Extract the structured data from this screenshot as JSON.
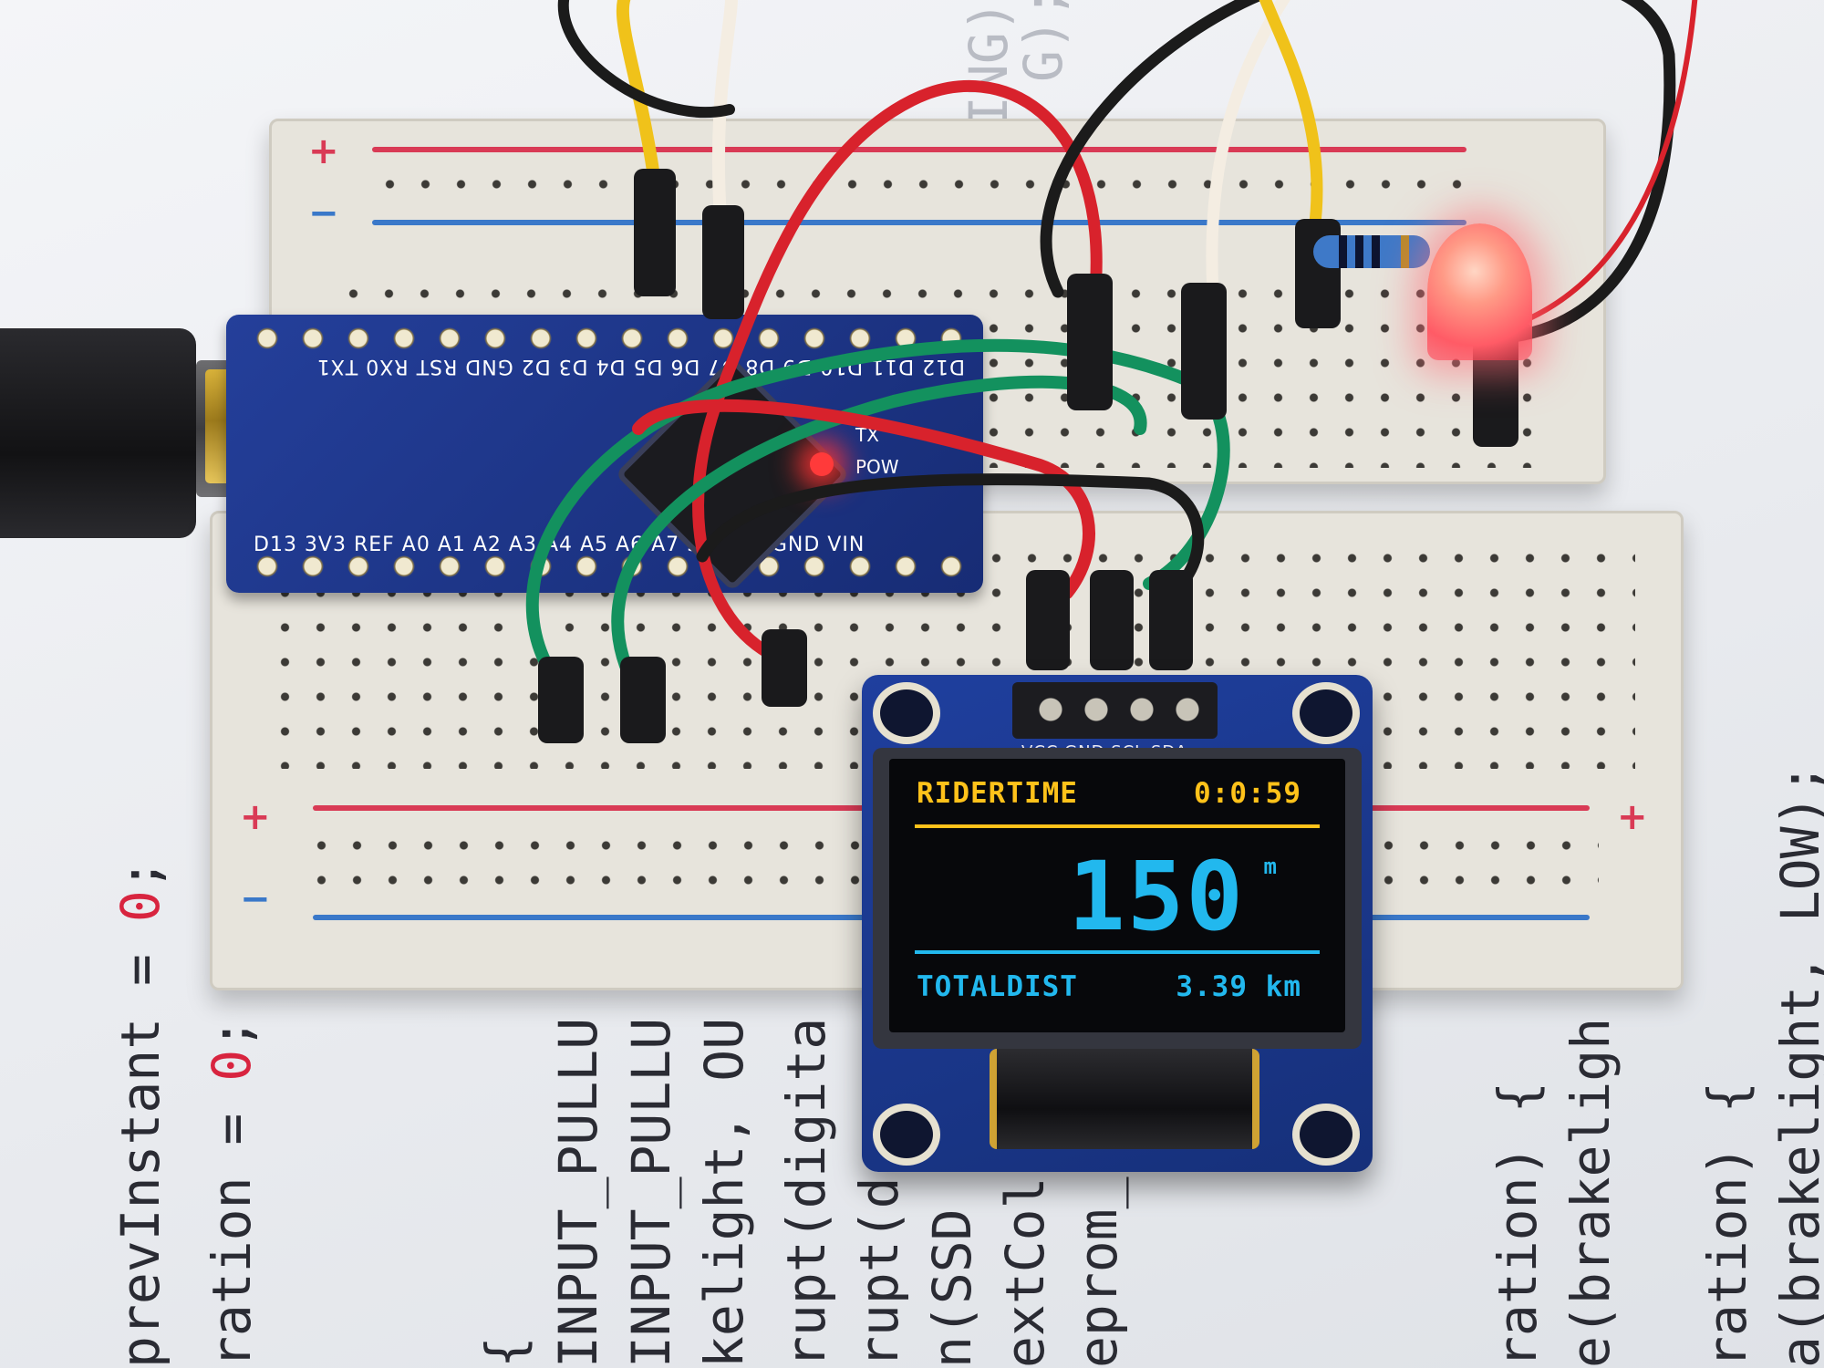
{
  "oled": {
    "title": "RIDERTIME",
    "time": "0:0:59",
    "speed": "150",
    "speed_unit": "m",
    "distance_label": "TOTALDIST",
    "distance_value": "3.39 km",
    "pin_labels": "VCC GND SCL SDA",
    "colors": {
      "top_text": "#ffc21a",
      "main_text": "#22b8ee"
    }
  },
  "nano": {
    "top_pins": "D12 D11 D10 D9 D8 D7 D6 D5 D4 D3 D2 GND RST RX0 TX1",
    "bottom_pins": "D13 3V3 REF A0 A1 A2 A3 A4 A5 A6 A7 5V RST GND VIN",
    "tx_label": "TX",
    "pow_label": "POW"
  },
  "code_fragments": [
    {
      "text": "prevInstant = ",
      "value": "0",
      "suffix": ";"
    },
    {
      "text": "ration = ",
      "value": "0",
      "suffix": ";"
    },
    {
      "text": "{"
    },
    {
      "text": "INPUT_PULLU"
    },
    {
      "text": "INPUT_PULLU"
    },
    {
      "text": "kelight, OU"
    },
    {
      "text": "rupt(digita"
    },
    {
      "text": "rupt(d"
    },
    {
      "text": "n(SSD"
    },
    {
      "text": "extCol"
    },
    {
      "text": "eprom_"
    },
    {
      "text": "ration) {"
    },
    {
      "text": "e(brakeligh"
    },
    {
      "text": "ration) {"
    },
    {
      "text": "a(brakelight, LOW);"
    },
    {
      "text": "ING);"
    },
    {
      "text": "G);"
    }
  ],
  "breadboard_signs": {
    "plus": "+",
    "minus": "−"
  }
}
